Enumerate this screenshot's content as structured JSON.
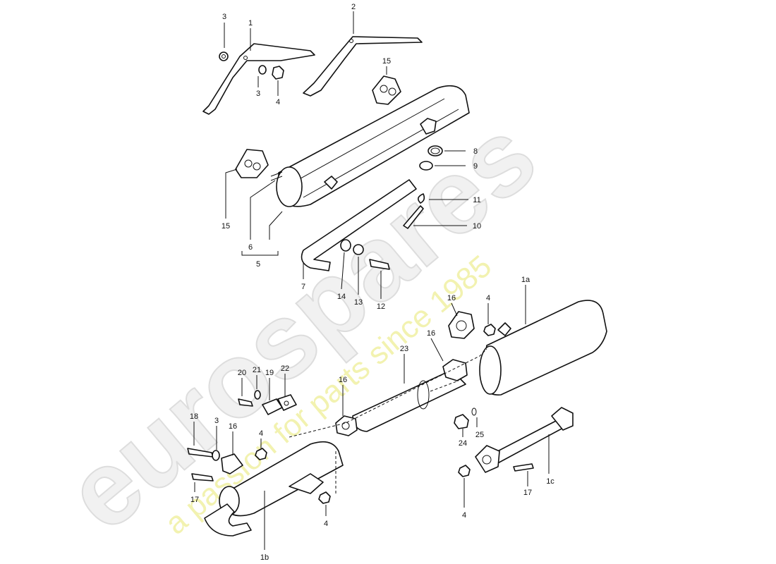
{
  "watermark": {
    "brand": "eurospares",
    "tagline": "a passion for parts since 1985"
  },
  "callouts": [
    {
      "id": "c1",
      "label": "1"
    },
    {
      "id": "c2",
      "label": "2"
    },
    {
      "id": "c3a",
      "label": "3"
    },
    {
      "id": "c3b",
      "label": "3"
    },
    {
      "id": "c4a",
      "label": "4"
    },
    {
      "id": "c15a",
      "label": "15"
    },
    {
      "id": "c8",
      "label": "8"
    },
    {
      "id": "c9",
      "label": "9"
    },
    {
      "id": "c11",
      "label": "11"
    },
    {
      "id": "c10",
      "label": "10"
    },
    {
      "id": "c15b",
      "label": "15"
    },
    {
      "id": "c6",
      "label": "6"
    },
    {
      "id": "c5",
      "label": "5"
    },
    {
      "id": "c7",
      "label": "7"
    },
    {
      "id": "c14",
      "label": "14"
    },
    {
      "id": "c13",
      "label": "13"
    },
    {
      "id": "c12",
      "label": "12"
    },
    {
      "id": "c1a",
      "label": "1a"
    },
    {
      "id": "c16a",
      "label": "16"
    },
    {
      "id": "c4b",
      "label": "4"
    },
    {
      "id": "c16b",
      "label": "16"
    },
    {
      "id": "c23",
      "label": "23"
    },
    {
      "id": "c20",
      "label": "20"
    },
    {
      "id": "c21",
      "label": "21"
    },
    {
      "id": "c19",
      "label": "19"
    },
    {
      "id": "c22",
      "label": "22"
    },
    {
      "id": "c16c",
      "label": "16"
    },
    {
      "id": "c18",
      "label": "18"
    },
    {
      "id": "c3c",
      "label": "3"
    },
    {
      "id": "c16d",
      "label": "16"
    },
    {
      "id": "c4c",
      "label": "4"
    },
    {
      "id": "c17a",
      "label": "17"
    },
    {
      "id": "c24",
      "label": "24"
    },
    {
      "id": "c25",
      "label": "25"
    },
    {
      "id": "c17b",
      "label": "17"
    },
    {
      "id": "c1c",
      "label": "1c"
    },
    {
      "id": "c4d",
      "label": "4"
    },
    {
      "id": "c4e",
      "label": "4"
    },
    {
      "id": "c1b",
      "label": "1b"
    }
  ]
}
